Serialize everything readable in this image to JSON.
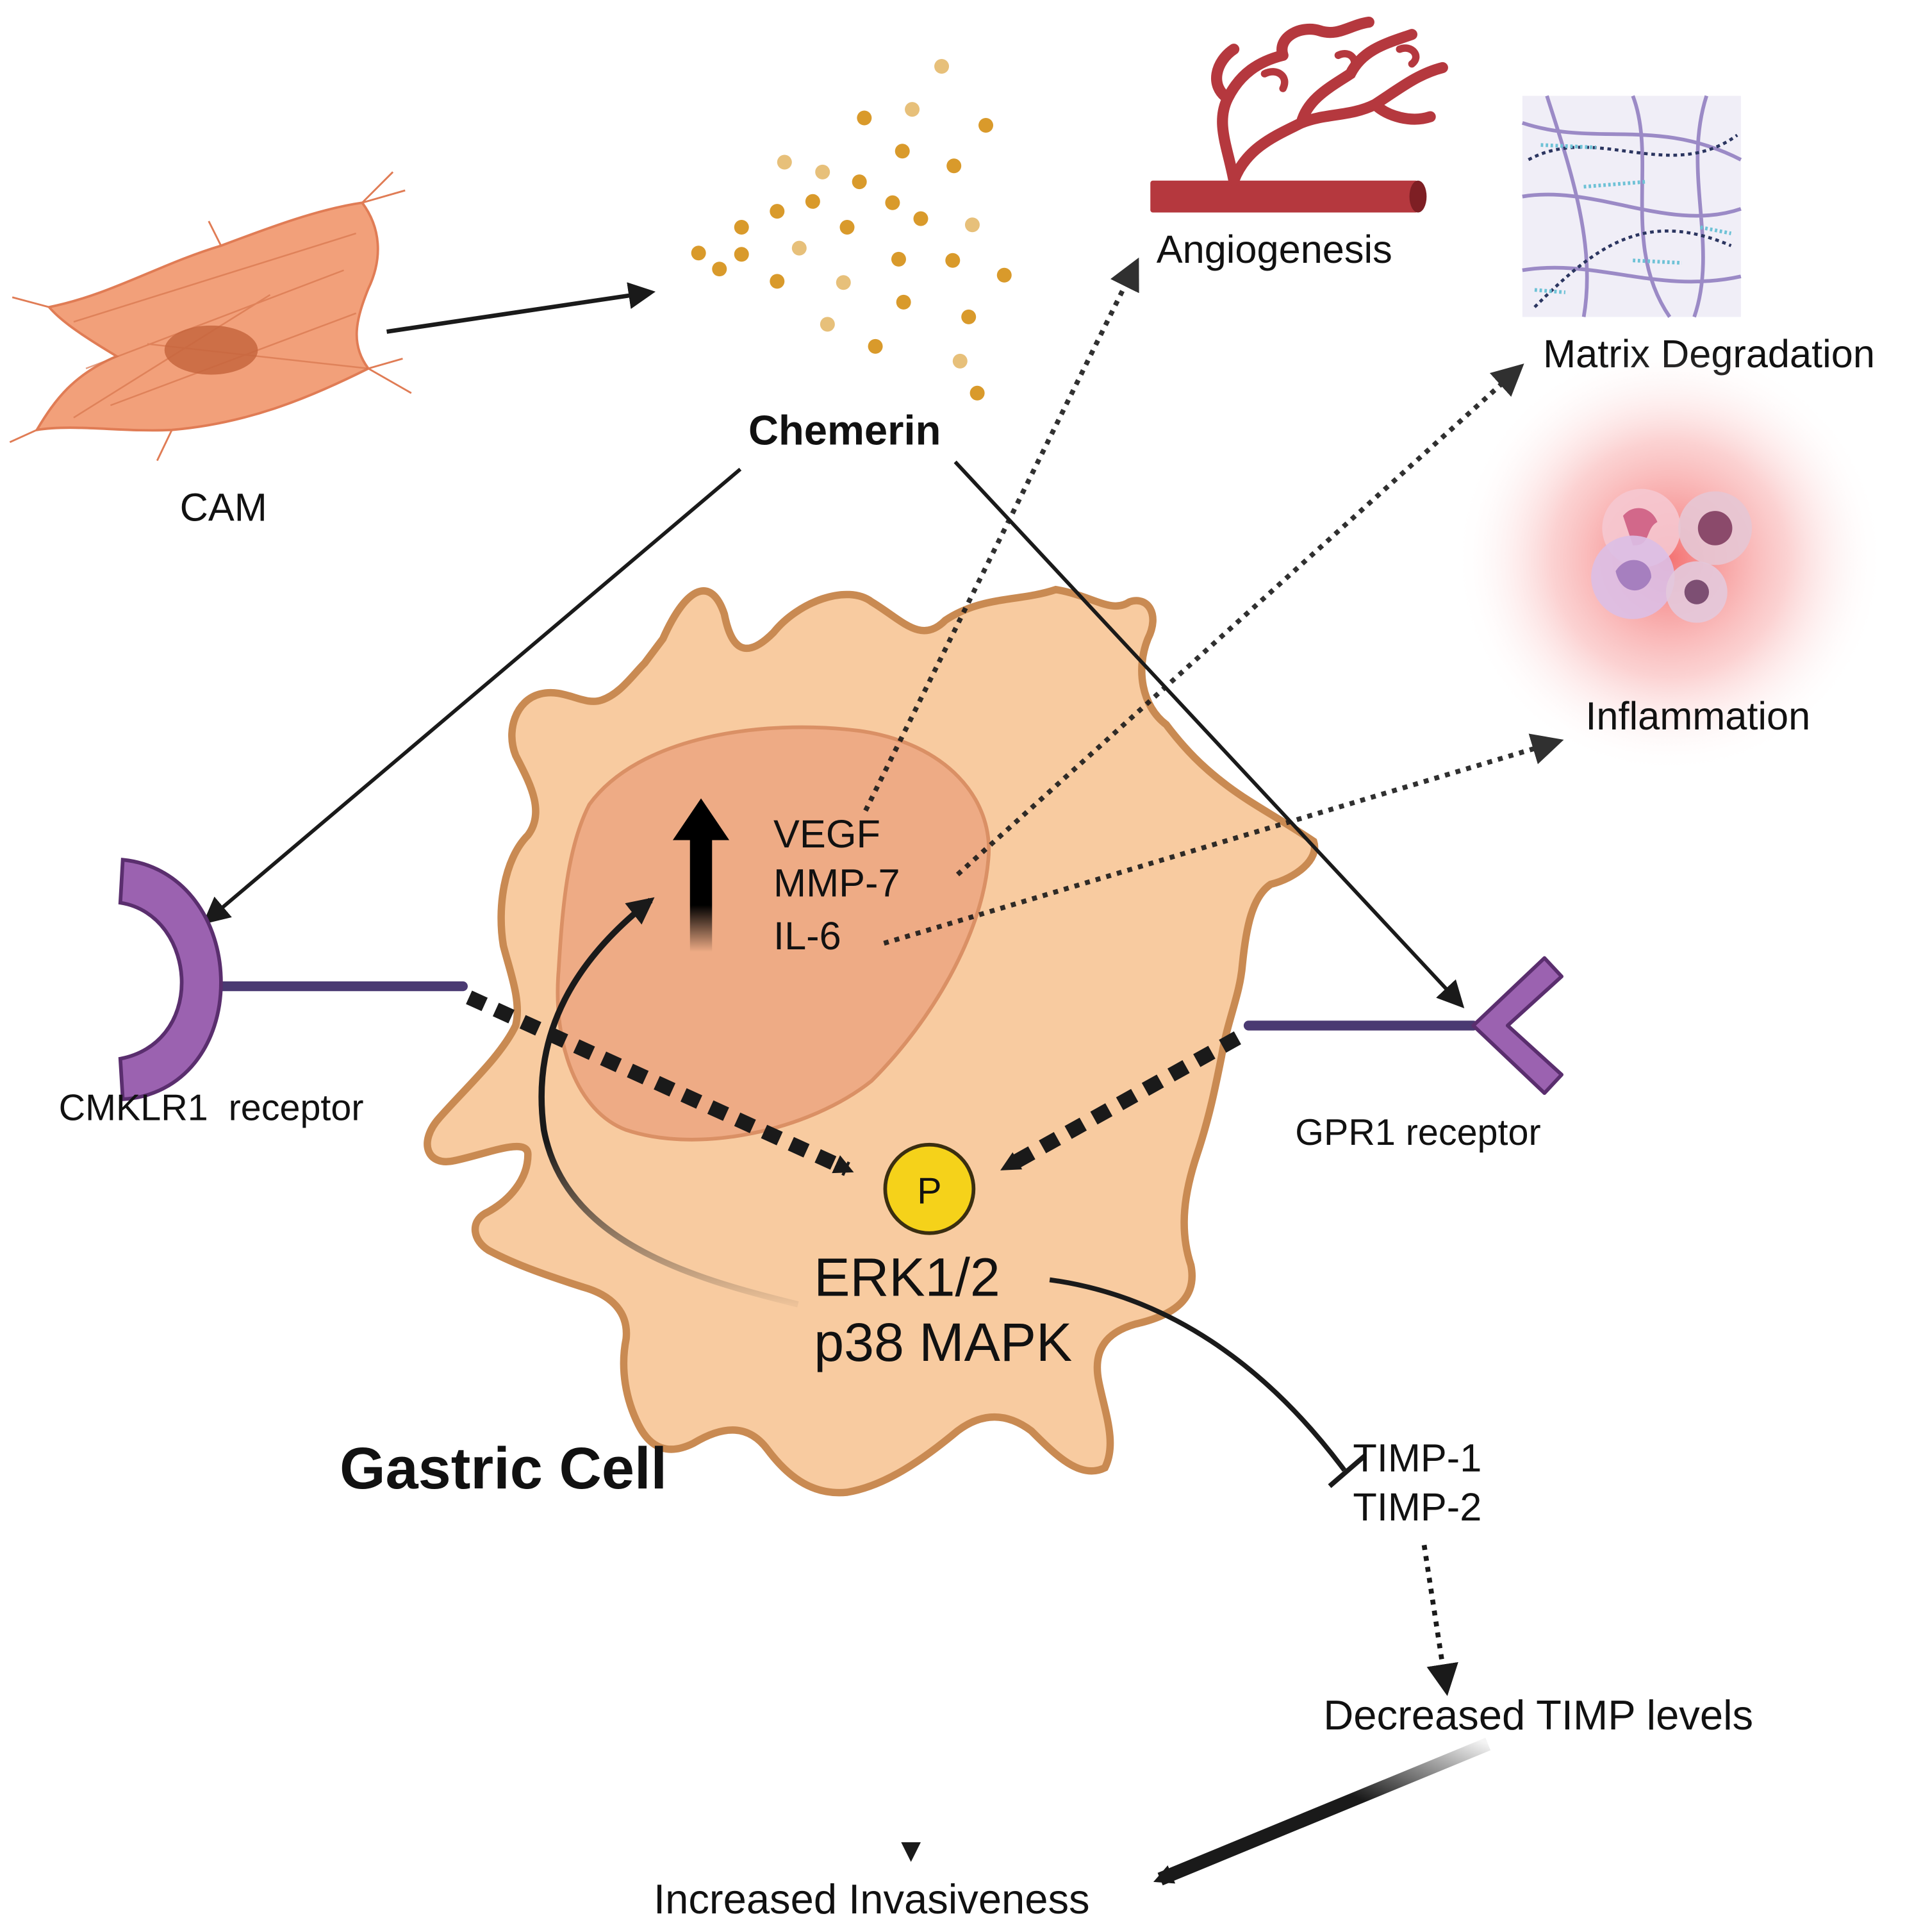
{
  "labels": {
    "cam": "CAM",
    "chemerin": "Chemerin",
    "angiogenesis": "Angiogenesis",
    "matrix_degradation": "Matrix Degradation",
    "inflammation": "Inflammation",
    "vegf": "VEGF",
    "mmp7": "MMP-7",
    "il6": "IL-6",
    "cmklr1_receptor": "CMKLR1  receptor",
    "gpr1_receptor": "GPR1 receptor",
    "phospho": "P",
    "erk": "ERK1/2",
    "p38": "p38 MAPK",
    "gastric_cell": "Gastric Cell",
    "timp1": "TIMP-1",
    "timp2": "TIMP-2",
    "decreased_timp": "Decreased TIMP levels",
    "increased_invasiveness": "Increased Invasiveness"
  },
  "colors": {
    "cell_fill": "#f8cba0",
    "cell_stroke": "#c98a52",
    "nucleus_fill": "#eeaa84",
    "receptor_purple": "#9b62b0",
    "receptor_stalk": "#4a3a72",
    "phospho_yellow": "#f5d21a",
    "fibroblast": "#f2a07a",
    "chemerin_dot": "#d99a2b",
    "vessel_red": "#b5383e",
    "inflammation_glow": "#f47a7a",
    "arrow": "#1a1a1a"
  },
  "icons": {
    "cam": "fibroblast-cell-icon",
    "chemerin": "chemerin-particles-icon",
    "angiogenesis": "blood-vessel-sprouting-icon",
    "matrix_degradation": "extracellular-matrix-fibers-icon",
    "inflammation": "immune-cells-icon",
    "cmklr1": "cmklr1-receptor-icon",
    "gpr1": "gpr1-receptor-icon",
    "phospho": "phosphorylation-icon",
    "upregulation": "upregulation-arrow-icon"
  }
}
